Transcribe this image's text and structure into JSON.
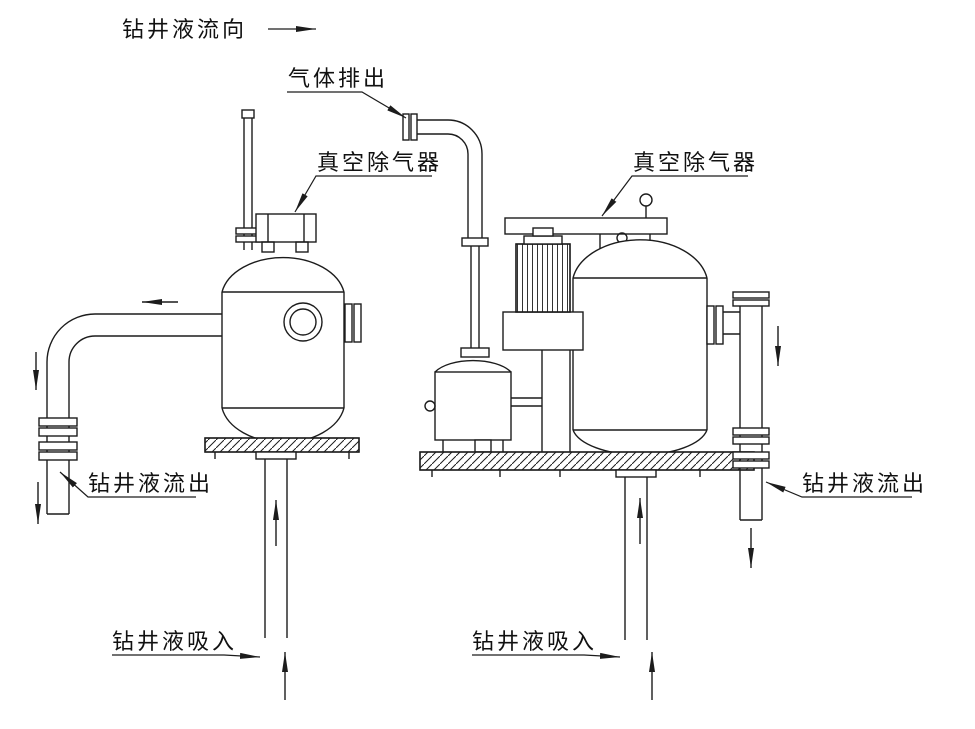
{
  "diagram": {
    "background": "#ffffff",
    "line_color": "#1c1c1c",
    "annotations": {
      "flow_direction": "钻井液流向",
      "gas_discharge": "气体排出",
      "vacuum_degasser_left": "真空除气器",
      "vacuum_degasser_right": "真空除气器",
      "drilling_fluid_out_left": "钻井液流出",
      "drilling_fluid_out_right": "钻井液流出",
      "drilling_fluid_in_left": "钻井液吸入",
      "drilling_fluid_in_right": "钻井液吸入"
    }
  }
}
